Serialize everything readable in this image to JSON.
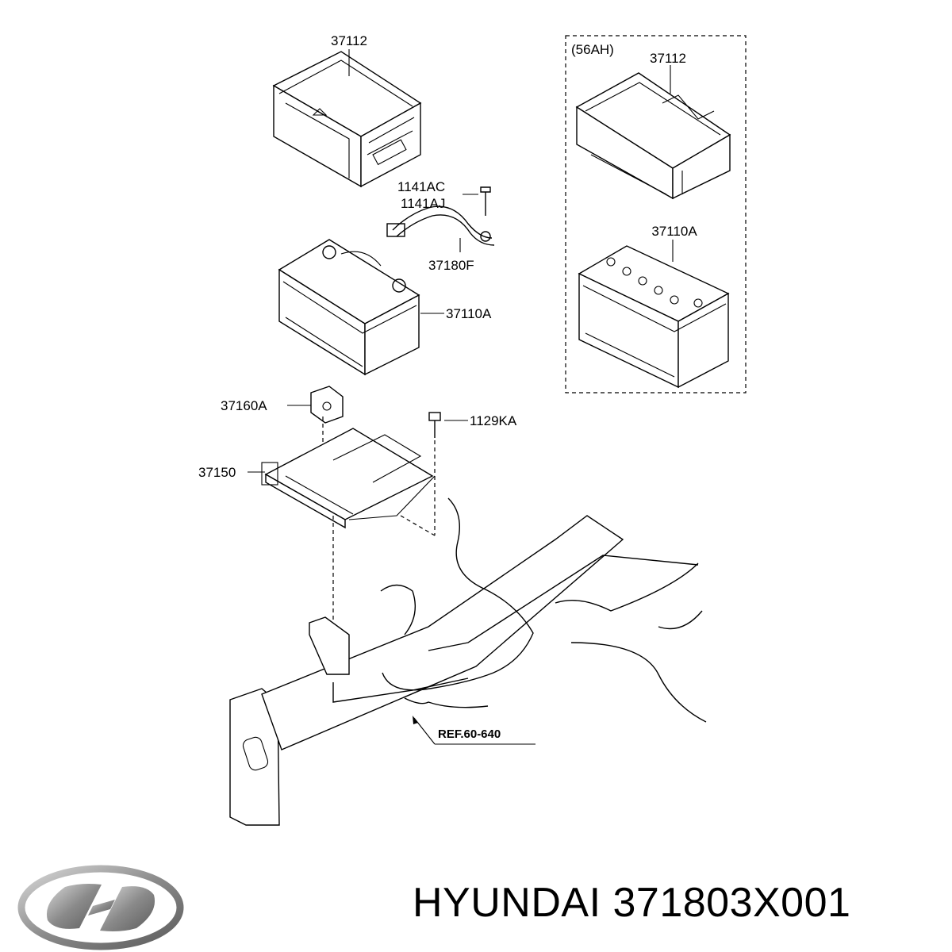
{
  "labels": {
    "tray_main": "37112",
    "variant_group": "(56AH)",
    "tray_alt": "37112",
    "bolt_upper_a": "1141AC",
    "bolt_upper_b": "1141AJ",
    "cable": "37180F",
    "battery_main": "37110A",
    "battery_alt": "37110A",
    "clamp": "37160A",
    "bolt_lower": "1129KA",
    "tray_bracket": "37150",
    "reference": "REF.60-640"
  },
  "footer": {
    "brand_part": "HYUNDAI 371803X001"
  },
  "logo": {
    "name": "hyundai-logo-icon",
    "color": "#8a8a8a"
  }
}
